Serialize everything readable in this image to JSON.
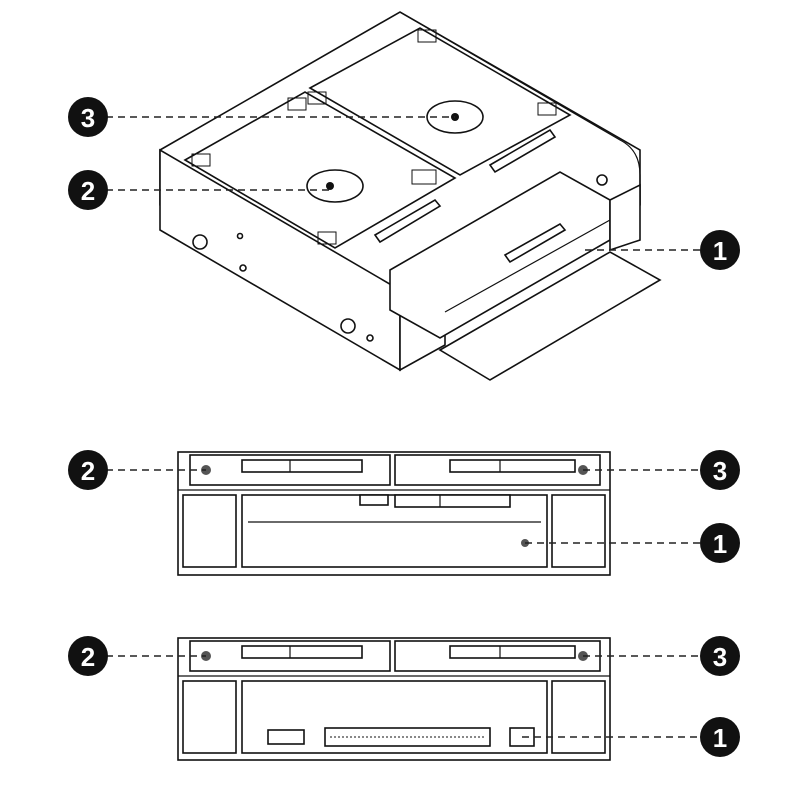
{
  "callouts": {
    "top_1": "1",
    "top_2": "2",
    "top_3": "3",
    "mid_1": "1",
    "mid_2": "2",
    "mid_3": "3",
    "bot_1": "1",
    "bot_2": "2",
    "bot_3": "3"
  },
  "colors": {
    "line": "#111111",
    "badge": "#111111",
    "background": "#ffffff"
  }
}
